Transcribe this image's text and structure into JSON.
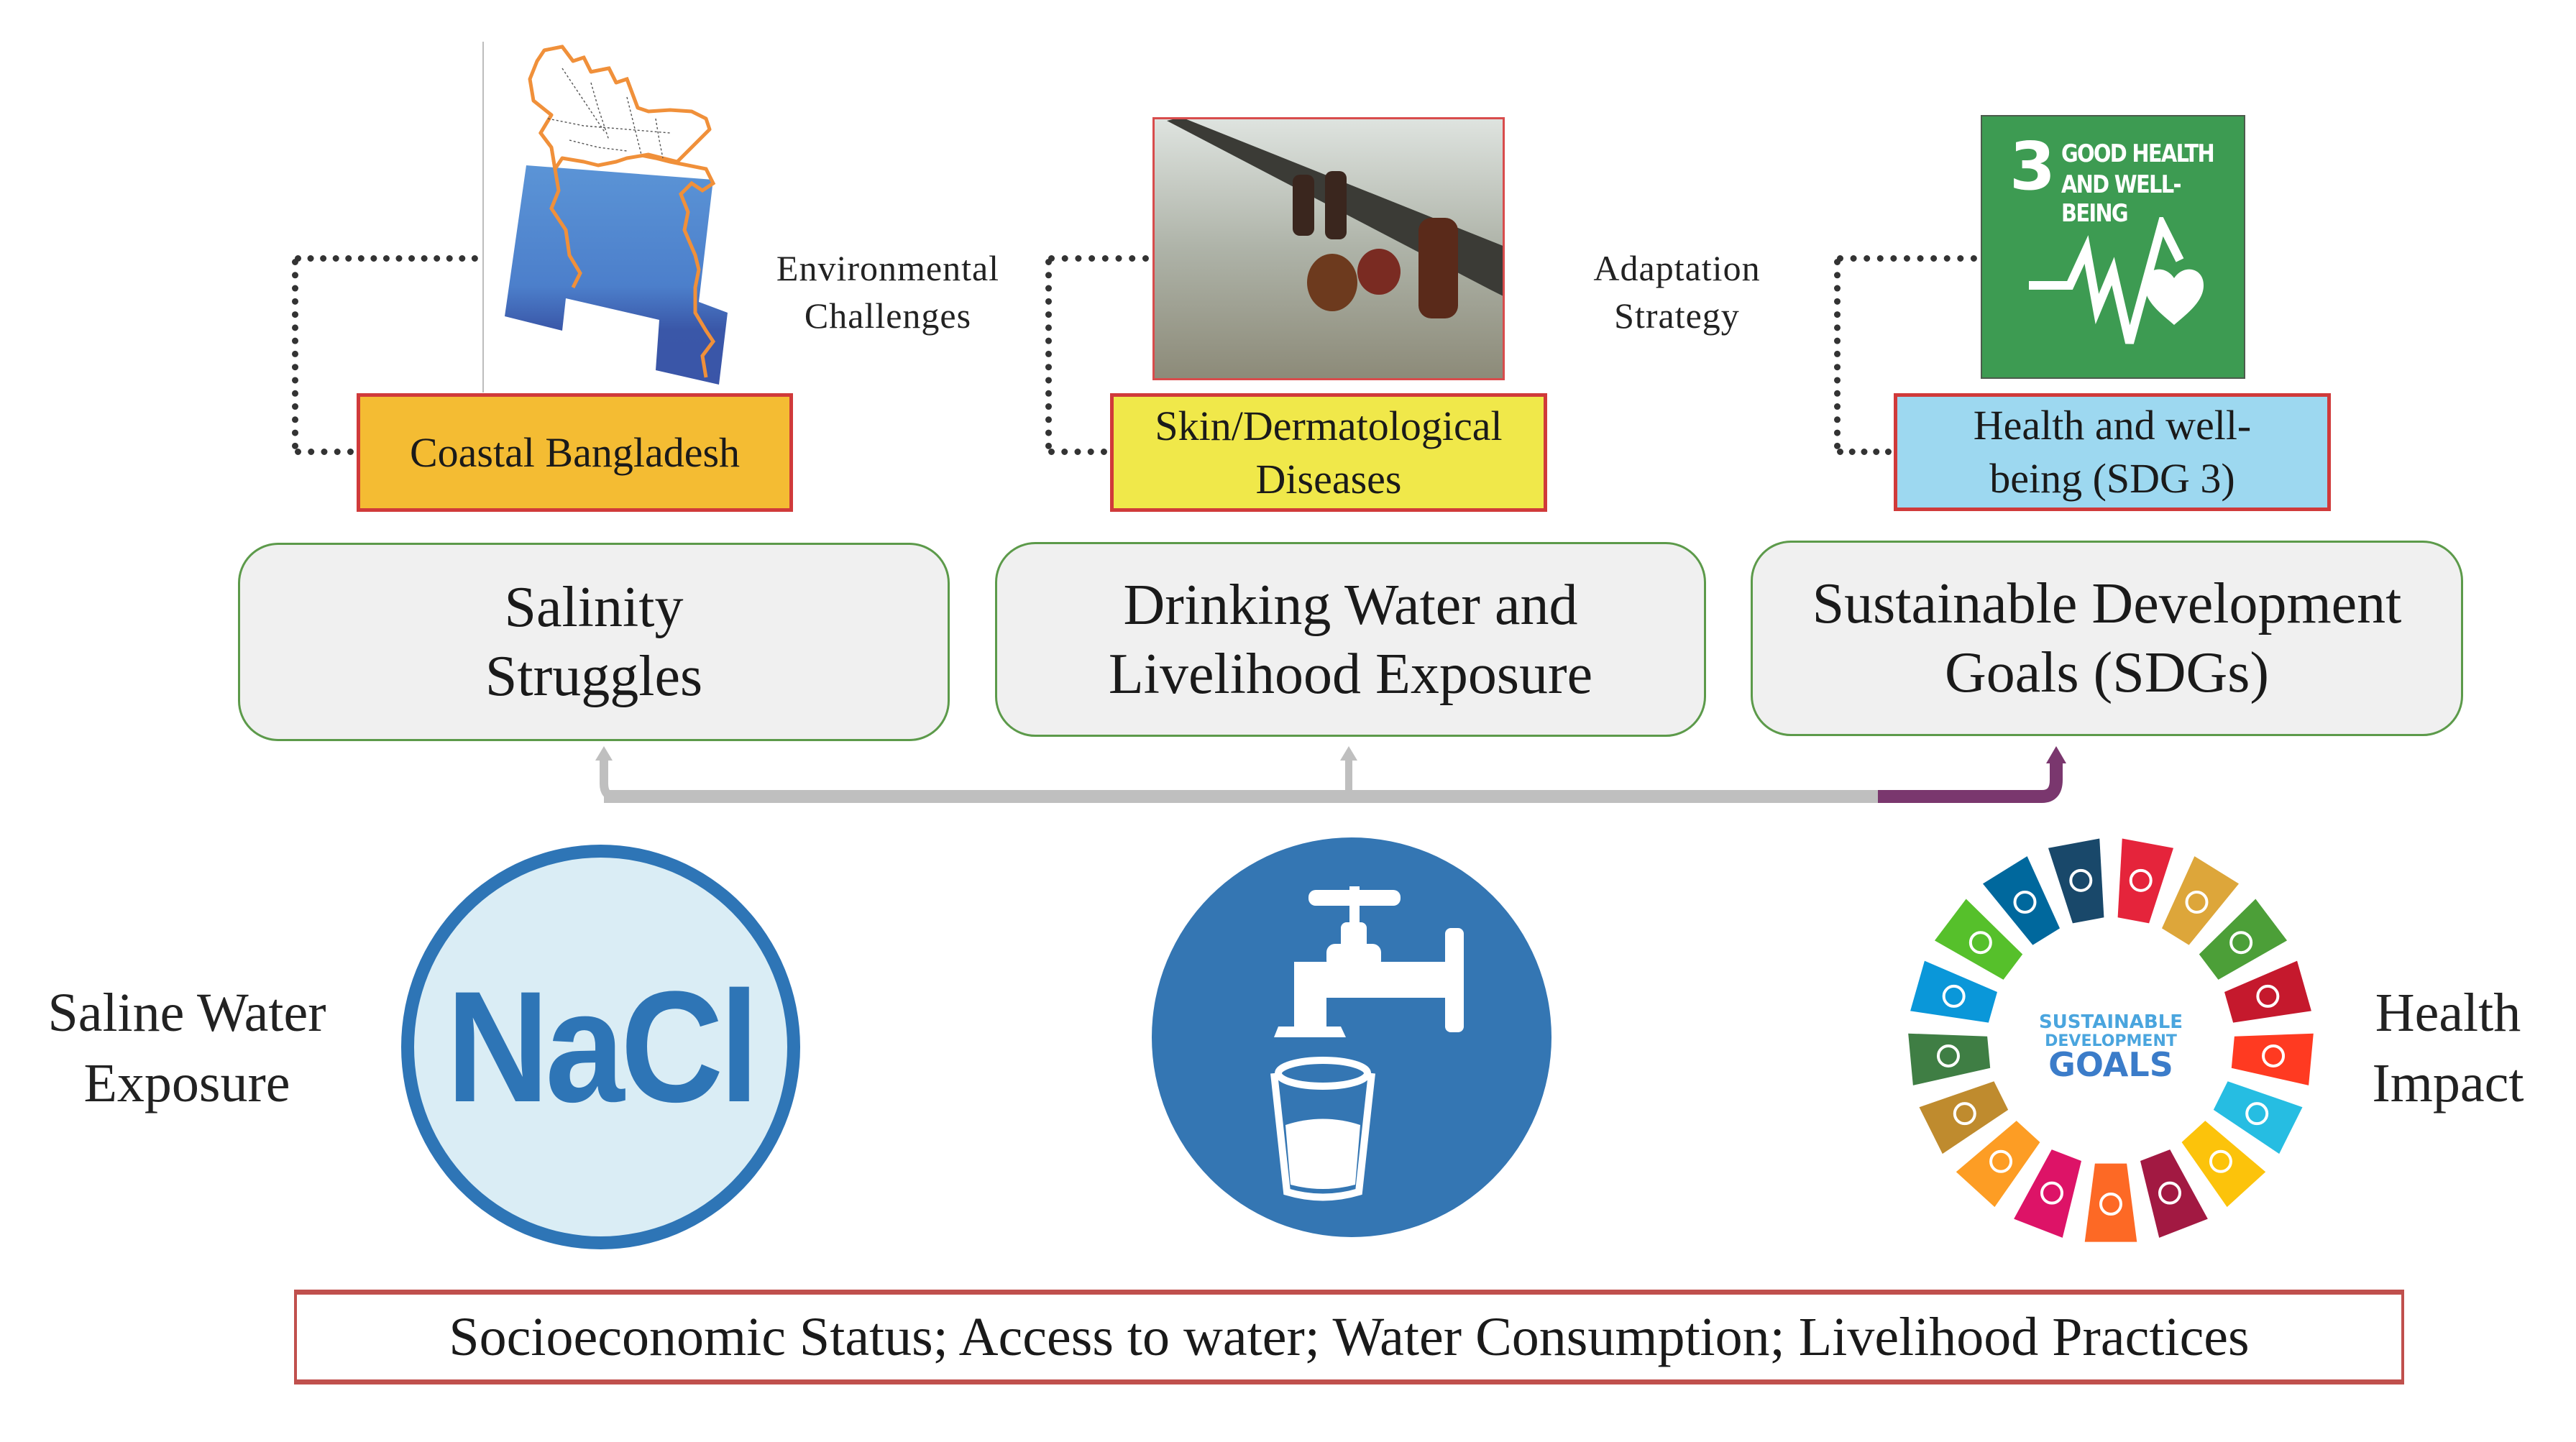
{
  "top_row": {
    "map": {
      "alt": "coastal-bangladesh-map",
      "border_color": "#F0903A",
      "water_color": "#3A57A8",
      "land_color": "#5B94D6"
    },
    "photo": {
      "alt": "people-bathing-in-saline-water-photo"
    },
    "sdg3_tile": {
      "number": "3",
      "title_line1": "GOOD HEALTH",
      "title_line2": "AND WELL-BEING",
      "color": "#3D9B52"
    },
    "labels": [
      {
        "text": "Coastal Bangladesh",
        "color": "#F4BC33"
      },
      {
        "line1": "Skin/Dermatological",
        "line2": "Diseases",
        "color": "#F0E84A"
      },
      {
        "line1": "Health and well-",
        "line2": "being (SDG 3)",
        "color": "#9DD8F0"
      }
    ],
    "connectors": [
      {
        "line1": "Environmental",
        "line2": "Challenges"
      },
      {
        "line1": "Adaptation",
        "line2": "Strategy"
      }
    ]
  },
  "themes": [
    {
      "line1": "Salinity",
      "line2": "Struggles"
    },
    {
      "line1": "Drinking Water and",
      "line2": "Livelihood Exposure"
    },
    {
      "line1": "Sustainable Development",
      "line2": "Goals (SDGs)"
    }
  ],
  "arrows": {
    "base_color": "#BFBFBF",
    "highlight_color": "#7A376E"
  },
  "bottom_row": {
    "left_label": {
      "line1": "Saline Water",
      "line2": "Exposure"
    },
    "nacl_icon": {
      "text": "NaCl",
      "ring_color": "#2E75B6",
      "fill_color": "#DAEDF5"
    },
    "water_icon": {
      "color": "#3476B3"
    },
    "sdg_wheel": {
      "center_line1": "SUSTAINABLE",
      "center_line2": "DEVELOPMENT",
      "center_line3": "GOALS",
      "segment_colors": [
        "#E5243B",
        "#DDA63A",
        "#4C9F38",
        "#C5192D",
        "#FF3A21",
        "#26BDE2",
        "#FCC30B",
        "#A21942",
        "#FD6925",
        "#DD1367",
        "#FD9D24",
        "#BF8B2E",
        "#3F7E44",
        "#0A97D9",
        "#56C02B",
        "#00689D",
        "#19486A"
      ]
    },
    "right_label": {
      "line1": "Health",
      "line2": "Impact"
    }
  },
  "footer": {
    "text": "Socioeconomic Status; Access to water; Water Consumption; Livelihood Practices"
  }
}
